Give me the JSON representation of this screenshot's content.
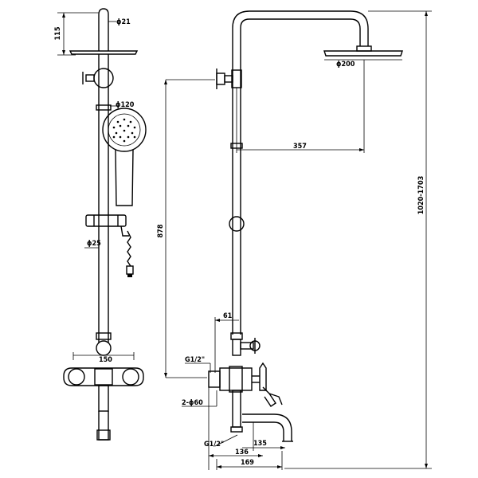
{
  "dimensions": {
    "head_height": "115",
    "arm_diameter": "ϕ21",
    "hand_shower_diameter": "ϕ120",
    "slide_bar_diameter": "ϕ25",
    "mixer_centers": "150",
    "head_diameter": "ϕ200",
    "arm_reach": "357",
    "riser_height": "878",
    "total_height": "1020-1703",
    "mixer_body_offset": "61",
    "inlet_thread_top": "G1/2\"",
    "inlet_diameter": "2-ϕ60",
    "inlet_thread_bottom": "G1/2\"",
    "spout_reach": "135",
    "body_width": "136",
    "overall_depth": "169"
  }
}
